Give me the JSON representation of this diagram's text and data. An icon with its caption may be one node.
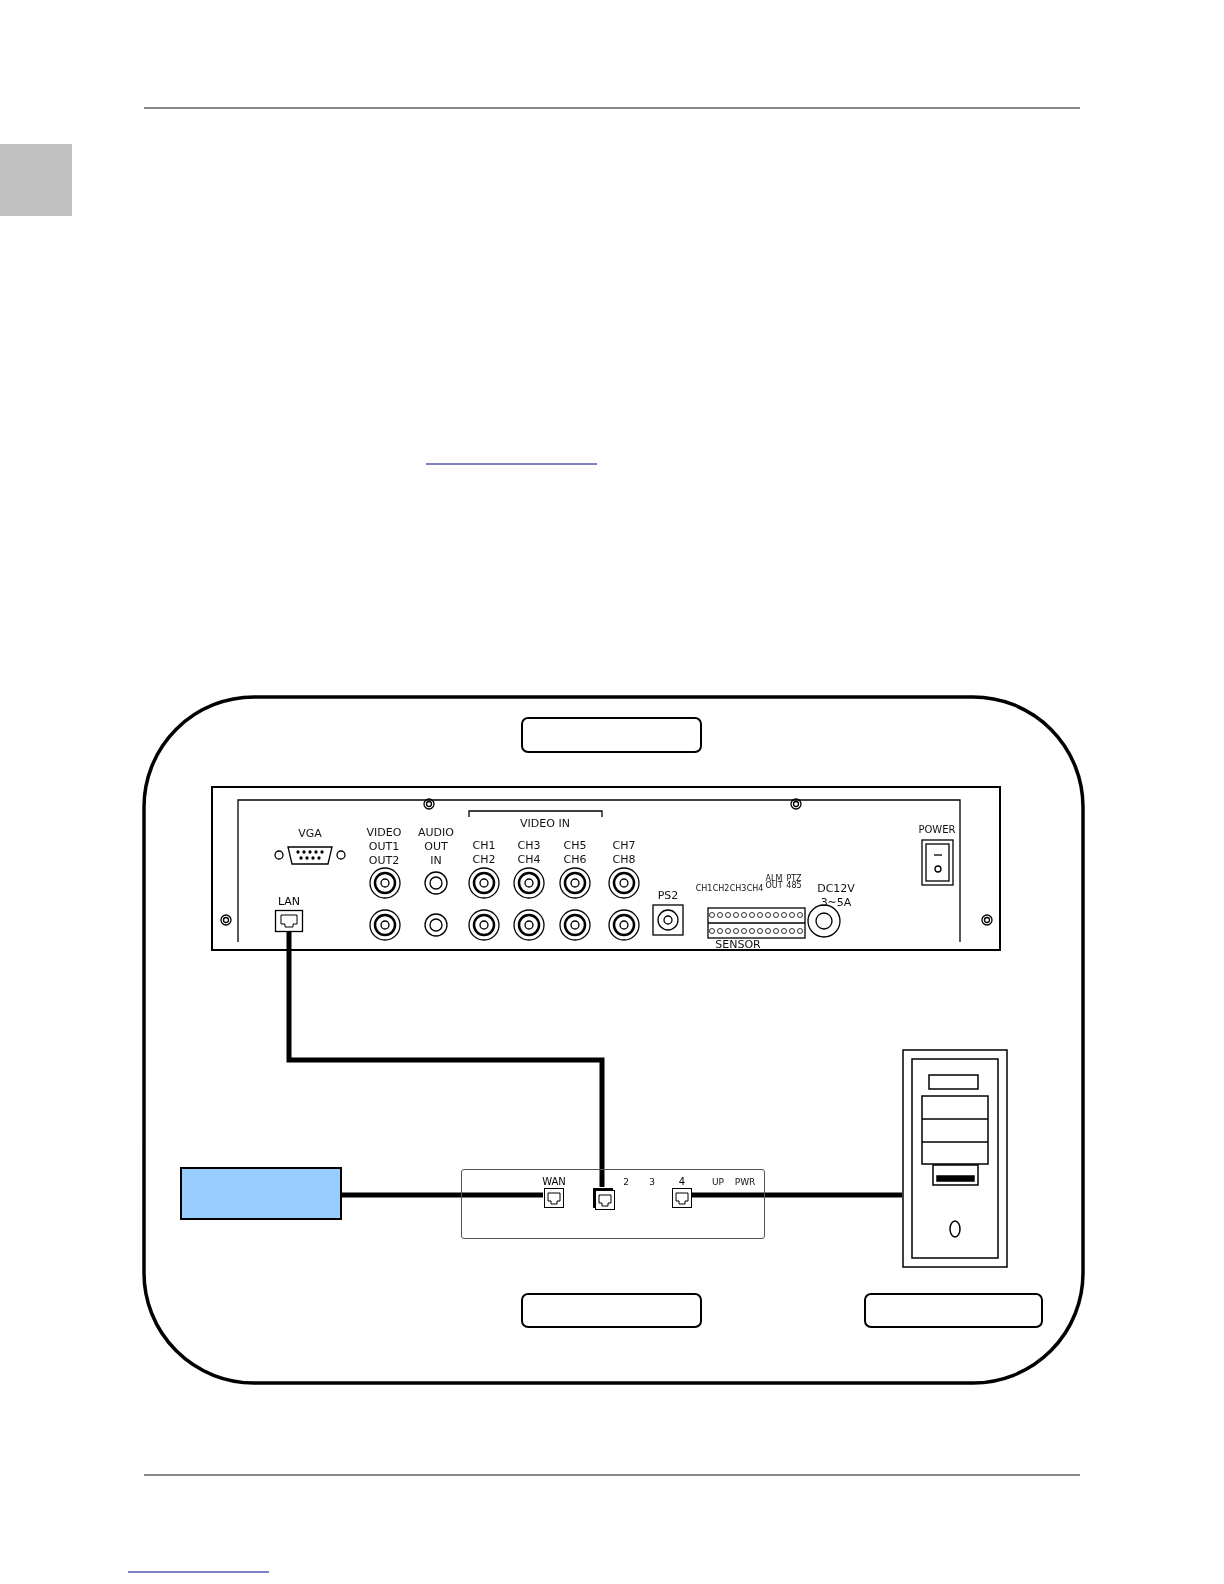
{
  "diagram": {
    "nodes": [
      {
        "text": [],
        "shape": "box"
      },
      {
        "text": [],
        "shape": "picture"
      },
      {
        "text": [
          "LAN"
        ],
        "in": 1
      },
      {
        "text": [],
        "shape": "picture"
      },
      {
        "text": [],
        "shape": "box"
      },
      {
        "text": [],
        "shape": "box"
      },
      {
        "text": [
          "WAN"
        ],
        "in": 5
      },
      {
        "text": [],
        "shape": "box",
        "in": 5
      },
      {
        "text": [
          "4"
        ],
        "in": 5
      },
      {
        "text": [],
        "shape": "box"
      },
      {
        "text": [],
        "shape": "box"
      }
    ],
    "edges": [
      {
        "from": 2,
        "to": 7,
        "arrow": "none"
      },
      {
        "from": 4,
        "to": 6,
        "arrow": "none"
      },
      {
        "from": 8,
        "to": 3,
        "arrow": "none"
      }
    ],
    "labels": [
      "VGA",
      "VIDEO",
      "OUT1",
      "OUT2",
      "AUDIO",
      "OUT",
      "IN",
      "VIDEO IN",
      "CH1",
      "CH2",
      "CH3",
      "CH4",
      "CH5",
      "CH6",
      "CH7",
      "CH8",
      "POWER",
      "PS2",
      "CH1",
      "CH2",
      "CH3",
      "CH4",
      "ALM OUT",
      "PTZ 485",
      "DC12V",
      "3~5A",
      "SENSOR",
      "2",
      "3",
      "UP",
      "PWR"
    ]
  }
}
